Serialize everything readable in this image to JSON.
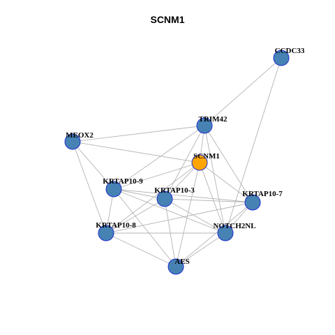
{
  "title": "SCNM1",
  "colors": {
    "node_default": "#4682b4",
    "node_focus": "#ffa500",
    "node_border": "#1e2fd0",
    "edge": "#b4b4b4"
  },
  "nodes": [
    {
      "id": "CCDC33",
      "label": "CCDC33",
      "focus": false
    },
    {
      "id": "TRIM42",
      "label": "TRIM42",
      "focus": false
    },
    {
      "id": "MEOX2",
      "label": "MEOX2",
      "focus": false
    },
    {
      "id": "SCNM1",
      "label": "SCNM1",
      "focus": true
    },
    {
      "id": "KRTAP10-9",
      "label": "KRTAP10-9",
      "focus": false
    },
    {
      "id": "KRTAP10-3",
      "label": "KRTAP10-3",
      "focus": false
    },
    {
      "id": "KRTAP10-7",
      "label": "KRTAP10-7",
      "focus": false
    },
    {
      "id": "KRTAP10-8",
      "label": "KRTAP10-8",
      "focus": false
    },
    {
      "id": "NOTCH2NL",
      "label": "NOTCH2NL",
      "focus": false
    },
    {
      "id": "AES",
      "label": "AES",
      "focus": false
    }
  ],
  "edges": [
    [
      "CCDC33",
      "TRIM42"
    ],
    [
      "CCDC33",
      "NOTCH2NL"
    ],
    [
      "TRIM42",
      "MEOX2"
    ],
    [
      "TRIM42",
      "SCNM1"
    ],
    [
      "TRIM42",
      "KRTAP10-9"
    ],
    [
      "TRIM42",
      "KRTAP10-3"
    ],
    [
      "TRIM42",
      "KRTAP10-7"
    ],
    [
      "TRIM42",
      "NOTCH2NL"
    ],
    [
      "MEOX2",
      "SCNM1"
    ],
    [
      "MEOX2",
      "KRTAP10-9"
    ],
    [
      "MEOX2",
      "KRTAP10-8"
    ],
    [
      "SCNM1",
      "KRTAP10-9"
    ],
    [
      "SCNM1",
      "KRTAP10-3"
    ],
    [
      "SCNM1",
      "KRTAP10-7"
    ],
    [
      "SCNM1",
      "KRTAP10-8"
    ],
    [
      "SCNM1",
      "NOTCH2NL"
    ],
    [
      "SCNM1",
      "AES"
    ],
    [
      "KRTAP10-9",
      "KRTAP10-3"
    ],
    [
      "KRTAP10-9",
      "KRTAP10-7"
    ],
    [
      "KRTAP10-9",
      "KRTAP10-8"
    ],
    [
      "KRTAP10-9",
      "NOTCH2NL"
    ],
    [
      "KRTAP10-9",
      "AES"
    ],
    [
      "KRTAP10-3",
      "KRTAP10-7"
    ],
    [
      "KRTAP10-3",
      "KRTAP10-8"
    ],
    [
      "KRTAP10-3",
      "NOTCH2NL"
    ],
    [
      "KRTAP10-3",
      "AES"
    ],
    [
      "KRTAP10-7",
      "KRTAP10-8"
    ],
    [
      "KRTAP10-7",
      "NOTCH2NL"
    ],
    [
      "KRTAP10-7",
      "AES"
    ],
    [
      "KRTAP10-8",
      "NOTCH2NL"
    ],
    [
      "KRTAP10-8",
      "AES"
    ],
    [
      "NOTCH2NL",
      "AES"
    ]
  ]
}
